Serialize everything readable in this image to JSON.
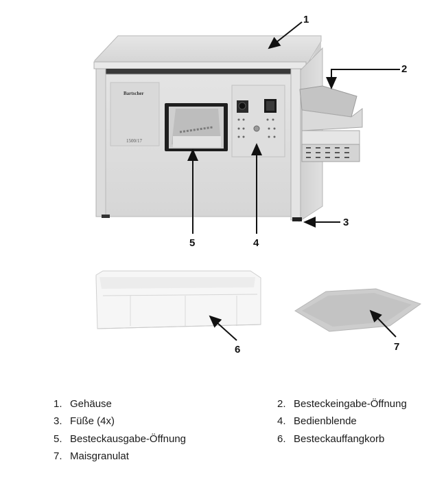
{
  "figure": {
    "machine": {
      "brand_label": "Bartscher",
      "model_label": "1500/17"
    },
    "callouts": [
      {
        "number": "1",
        "target": "Gehäuse"
      },
      {
        "number": "2",
        "target": "Besteckeingabe-Öffnung"
      },
      {
        "number": "3",
        "target": "Füße (4x)"
      },
      {
        "number": "4",
        "target": "Bedienblende"
      },
      {
        "number": "5",
        "target": "Besteckausgabe-Öffnung"
      },
      {
        "number": "6",
        "target": "Besteckauffangkorb"
      },
      {
        "number": "7",
        "target": "Maisgranulat"
      }
    ]
  },
  "legend": {
    "items": [
      {
        "number": "1.",
        "label": "Gehäuse"
      },
      {
        "number": "2.",
        "label": "Besteckeingabe-Öffnung"
      },
      {
        "number": "3.",
        "label": "Füße (4x)"
      },
      {
        "number": "4.",
        "label": "Bedienblende"
      },
      {
        "number": "5.",
        "label": "Besteckausgabe-Öffnung"
      },
      {
        "number": "6.",
        "label": "Besteckauffangkorb"
      },
      {
        "number": "7.",
        "label": "Maisgranulat"
      }
    ]
  }
}
